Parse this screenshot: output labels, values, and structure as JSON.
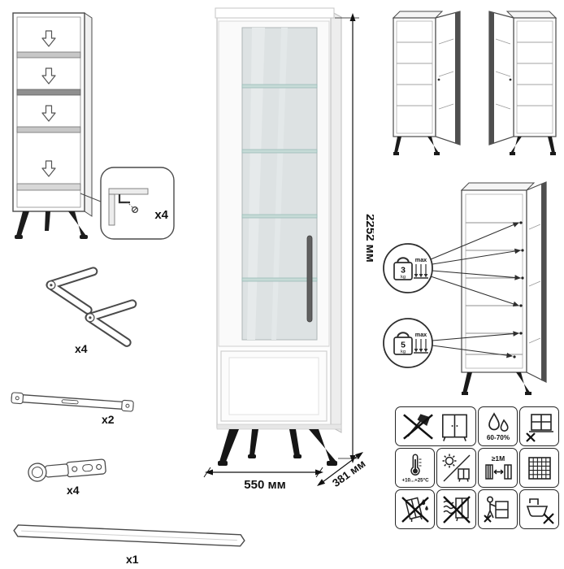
{
  "dimensions": {
    "height": "2252 мм",
    "width": "550 мм",
    "depth": "381 мм"
  },
  "parts": {
    "bracket_qty": "x4",
    "legs_qty": "x4",
    "rail_qty": "x2",
    "hinge_qty": "x4",
    "handle_qty": "x1"
  },
  "load_limits": {
    "glass_shelf_value": "3",
    "glass_shelf_unit": "kg",
    "glass_shelf_max": "max",
    "bottom_shelf_value": "5",
    "bottom_shelf_unit": "kg",
    "bottom_shelf_max": "max"
  },
  "care": {
    "humidity": "60-70%",
    "temperature": "+10...+25°C",
    "distance": "≥1M"
  },
  "colors": {
    "line": "#3f3f3f",
    "glass": "#dde2e3",
    "shelf_edge": "#93b7b2",
    "dark_panel": "#4f4f4f",
    "leg_black": "#161616"
  }
}
